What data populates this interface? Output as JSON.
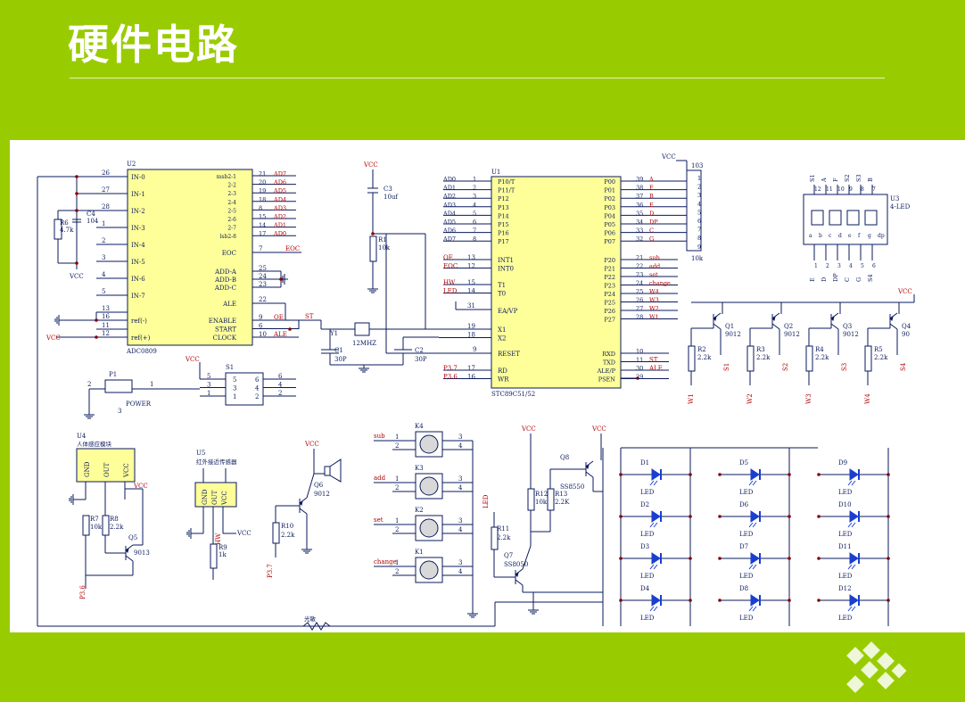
{
  "slide": {
    "title": "硬件电路",
    "colors": {
      "band": "#99cc00",
      "chip_fill": "#ffff99",
      "wire": "#0a1a5c",
      "led": "#1a3fd0",
      "label_red": "#b00000",
      "junction": "#8b0000"
    }
  },
  "adc": {
    "ref": "U2",
    "part": "ADC0809",
    "in_pins": [
      {
        "name": "IN-0",
        "num": "26"
      },
      {
        "name": "IN-1",
        "num": "27"
      },
      {
        "name": "IN-2",
        "num": "28"
      },
      {
        "name": "IN-3",
        "num": "1"
      },
      {
        "name": "IN-4",
        "num": "2"
      },
      {
        "name": "IN-5",
        "num": "3"
      },
      {
        "name": "IN-6",
        "num": "4"
      },
      {
        "name": "IN-7",
        "num": "5"
      }
    ],
    "ref_pins": [
      {
        "name": "ref(-)",
        "num": "16"
      },
      {
        "name": "ref(+)",
        "num": "12"
      }
    ],
    "left_extra": [
      {
        "num": "13"
      },
      {
        "num": "11"
      }
    ],
    "msb_pins": [
      {
        "name": "msb2-1",
        "num": "21",
        "net": "AD7"
      },
      {
        "name": "2-2",
        "num": "20",
        "net": "AD6"
      },
      {
        "name": "2-3",
        "num": "19",
        "net": "AD5"
      },
      {
        "name": "2-4",
        "num": "18",
        "net": "AD4"
      },
      {
        "name": "2-5",
        "num": "8",
        "net": "AD3"
      },
      {
        "name": "2-6",
        "num": "15",
        "net": "AD2"
      },
      {
        "name": "2-7",
        "num": "14",
        "net": "AD1"
      },
      {
        "name": "lsb2-8",
        "num": "17",
        "net": "AD0"
      }
    ],
    "eoc": {
      "name": "EOC",
      "num": "7",
      "net": "EOC"
    },
    "addr_pins": [
      {
        "name": "ADD-A",
        "num": "25"
      },
      {
        "name": "ADD-B",
        "num": "24"
      },
      {
        "name": "ADD-C",
        "num": "23"
      }
    ],
    "ale": {
      "name": "ALE",
      "num": "22"
    },
    "ctrl_pins": [
      {
        "name": "ENABLE",
        "num": "9",
        "net": "OE"
      },
      {
        "name": "START",
        "num": "6",
        "net": ""
      },
      {
        "name": "CLOCK",
        "num": "10",
        "net": "ALE"
      }
    ],
    "st_net": "ST"
  },
  "mcu": {
    "ref": "U1",
    "part": "STC89C51/52",
    "p1_pins": [
      {
        "net": "AD0",
        "num": "1",
        "name": "P10/T"
      },
      {
        "net": "AD1",
        "num": "2",
        "name": "P11/T"
      },
      {
        "net": "AD2",
        "num": "3",
        "name": "P12"
      },
      {
        "net": "AD3",
        "num": "4",
        "name": "P13"
      },
      {
        "net": "AD4",
        "num": "5",
        "name": "P14"
      },
      {
        "net": "AD5",
        "num": "6",
        "name": "P15"
      },
      {
        "net": "AD6",
        "num": "7",
        "name": "P16"
      },
      {
        "net": "AD7",
        "num": "8",
        "name": "P17"
      }
    ],
    "int_pins": [
      {
        "net": "OE",
        "num": "13",
        "name": "INT1"
      },
      {
        "net": "EOC",
        "num": "12",
        "name": "INT0"
      }
    ],
    "t_pins": [
      {
        "net": "HW",
        "num": "15",
        "name": "T1"
      },
      {
        "net": "LED",
        "num": "14",
        "name": "T0"
      }
    ],
    "ea": {
      "num": "31",
      "name": "EA/VP"
    },
    "x_pins": [
      {
        "num": "19",
        "name": "X1"
      },
      {
        "num": "18",
        "name": "X2"
      }
    ],
    "reset": {
      "num": "9",
      "name": "RESET"
    },
    "rw_pins": [
      {
        "net": "P3.7",
        "num": "17",
        "name": "RD"
      },
      {
        "net": "P3.6",
        "num": "16",
        "name": "WR"
      }
    ],
    "p0_pins": [
      {
        "name": "P00",
        "num": "39",
        "net": "A"
      },
      {
        "name": "P01",
        "num": "38",
        "net": "F"
      },
      {
        "name": "P02",
        "num": "37",
        "net": "B"
      },
      {
        "name": "P03",
        "num": "36",
        "net": "E"
      },
      {
        "name": "P04",
        "num": "35",
        "net": "D"
      },
      {
        "name": "P05",
        "num": "34",
        "net": "DP"
      },
      {
        "name": "P06",
        "num": "33",
        "net": "C"
      },
      {
        "name": "P07",
        "num": "32",
        "net": "G"
      }
    ],
    "p2_pins": [
      {
        "name": "P20",
        "num": "21",
        "net": "sub"
      },
      {
        "name": "P21",
        "num": "22",
        "net": "add"
      },
      {
        "name": "P22",
        "num": "23",
        "net": "set"
      },
      {
        "name": "P23",
        "num": "24",
        "net": "change"
      },
      {
        "name": "P24",
        "num": "25",
        "net": "W4"
      },
      {
        "name": "P25",
        "num": "26",
        "net": "W3"
      },
      {
        "name": "P26",
        "num": "27",
        "net": "W2"
      },
      {
        "name": "P27",
        "num": "28",
        "net": "W1"
      }
    ],
    "p3_pins": [
      {
        "name": "RXD",
        "num": "10",
        "net": ""
      },
      {
        "name": "TXD",
        "num": "11",
        "net": "ST"
      },
      {
        "name": "ALE/P",
        "num": "30",
        "net": "ALE"
      },
      {
        "name": "PSEN",
        "num": "29",
        "net": ""
      }
    ]
  },
  "header_103": {
    "ref": "103",
    "pins": [
      "1",
      "2",
      "3",
      "4",
      "5",
      "6",
      "7",
      "8",
      "9"
    ],
    "value": "10k",
    "vcc": "VCC"
  },
  "led4": {
    "ref": "U3",
    "name": "4-LED",
    "top_labels": [
      "S1",
      "A",
      "F",
      "S2",
      "S3",
      "B"
    ],
    "top_pins": [
      "12",
      "11",
      "10",
      "9",
      "8",
      "7"
    ],
    "bottom_labels": [
      "E",
      "D",
      "DP",
      "C",
      "G",
      "S4"
    ],
    "bottom_pins": [
      "1",
      "2",
      "3",
      "4",
      "5",
      "6"
    ],
    "seg_letters": [
      "a",
      "b",
      "c",
      "d",
      "e",
      "f",
      "g",
      "dp"
    ]
  },
  "reset_ckt": {
    "vcc": "VCC",
    "c3_ref": "C3",
    "c3_val": "10uf",
    "r1_ref": "R1",
    "r1_val": "10k"
  },
  "crystal": {
    "y_ref": "Y1",
    "y_val": "12MHZ",
    "c1_ref": "C1",
    "c1_val": "30P",
    "c2_ref": "C2",
    "c2_val": "30P"
  },
  "pot": {
    "c4_ref": "C4",
    "c4_val": "104",
    "r6_ref": "R6",
    "r6_val": "4.7k",
    "vcc1": "VCC",
    "vcc2": "VCC"
  },
  "power": {
    "p1_ref": "P1",
    "label": "POWER",
    "pins": [
      "2",
      "1",
      "3"
    ],
    "vcc": "VCC",
    "s1_ref": "S1",
    "s1_left": [
      "5",
      "3",
      "1"
    ],
    "s1_in": [
      "5",
      "3",
      "1",
      "6",
      "4",
      "2"
    ],
    "s1_right": [
      "6",
      "4",
      "2"
    ]
  },
  "digit_drivers": [
    {
      "q": "Q1",
      "model": "9012",
      "r": "R2",
      "rv": "2.2k",
      "s": "S1",
      "w": "W1"
    },
    {
      "q": "Q2",
      "model": "9012",
      "r": "R3",
      "rv": "2.2k",
      "s": "S2",
      "w": "W2"
    },
    {
      "q": "Q3",
      "model": "9012",
      "r": "R4",
      "rv": "2.2k",
      "s": "S3",
      "w": "W3"
    },
    {
      "q": "Q4",
      "model": "90",
      "r": "R5",
      "rv": "2.2k",
      "s": "S4",
      "w": "W4"
    }
  ],
  "drivers_vcc": "VCC",
  "pir": {
    "ref": "U4",
    "name": "人体感应模块",
    "pins": [
      "GND",
      "OUT",
      "VCC"
    ],
    "vcc": "VCC",
    "r7": "R7",
    "r7v": "10k",
    "r8": "R8",
    "r8v": "2.2k",
    "q5": "Q5",
    "q5m": "9013",
    "net": "P3.6"
  },
  "ir": {
    "ref": "U5",
    "name": "红外接近传感器",
    "pins": [
      "GND",
      "OUT",
      "VCC"
    ],
    "r9": "R9",
    "r9v": "1k",
    "net": "HW",
    "vcc": "VCC"
  },
  "buzzer": {
    "vcc": "VCC",
    "q6": "Q6",
    "q6m": "9012",
    "r10": "R10",
    "r10v": "2.2k",
    "net": "P3.7"
  },
  "keys": [
    {
      "ref": "K4",
      "net": "sub",
      "p": [
        "1",
        "2",
        "3",
        "4"
      ]
    },
    {
      "ref": "K3",
      "net": "add",
      "p": [
        "1",
        "2",
        "3",
        "4"
      ]
    },
    {
      "ref": "K2",
      "net": "set",
      "p": [
        "1",
        "2",
        "3",
        "4"
      ]
    },
    {
      "ref": "K1",
      "net": "change",
      "p": [
        "1",
        "2",
        "3",
        "4"
      ]
    }
  ],
  "led_driver": {
    "vcc1": "VCC",
    "vcc2": "VCC",
    "r11": "R11",
    "r11v": "2.2k",
    "r12": "R12",
    "r12v": "10k",
    "r13": "R13",
    "r13v": "2.2K",
    "q7": "Q7",
    "q7m": "SS8050",
    "q8": "Q8",
    "q8m": "SS8550",
    "net": "LED"
  },
  "leds": {
    "cols": [
      [
        "D1",
        "D2",
        "D3",
        "D4"
      ],
      [
        "D5",
        "D6",
        "D7",
        "D8"
      ],
      [
        "D9",
        "D10",
        "D11",
        "D12"
      ]
    ],
    "label": "LED"
  },
  "photo_label": "光敏"
}
